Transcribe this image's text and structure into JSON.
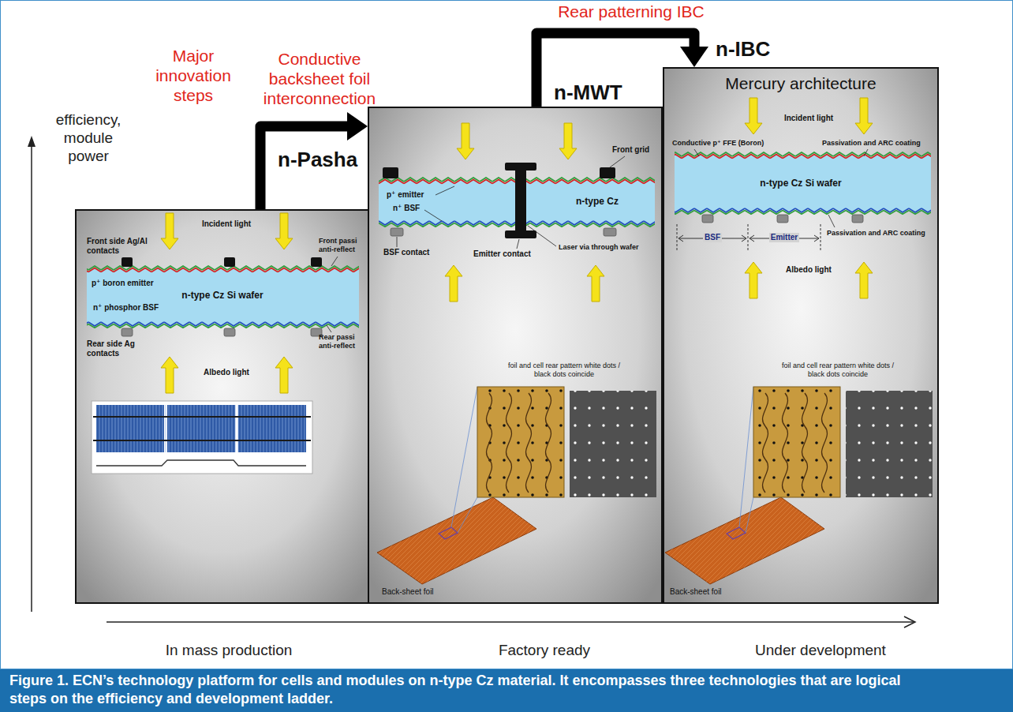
{
  "diagram": {
    "caption": "Figure 1. ECN’s technology platform for cells and modules on n-type Cz material. It encompasses three technologies that are logical steps on the efficiency and development ladder.",
    "nodes": [
      {
        "text": [
          "n-Pasha"
        ]
      },
      {
        "text": [
          "n-MWT"
        ]
      },
      {
        "text": [
          "n-IBC",
          "Mercury architecture"
        ]
      }
    ],
    "edges": [
      {
        "from": 0,
        "to": 1,
        "arrow": "to",
        "label": "Conductive backsheet foil interconnection"
      },
      {
        "from": 1,
        "to": 2,
        "arrow": "to",
        "label": "Rear patterning IBC"
      }
    ],
    "labels": [
      "Major innovation steps",
      "efficiency, module power",
      "Incident light",
      "Front side Ag/Al contacts",
      "Front passi anti-reflect",
      "p⁺ boron emitter",
      "n-type Cz Si wafer",
      "n⁺ phosphor BSF",
      "Rear side Ag contacts",
      "Rear passi anti-reflect",
      "Albedo light",
      "Front grid",
      "p⁺ emitter",
      "n-type Cz",
      "n⁺ BSF",
      "Laser via through wafer",
      "BSF contact",
      "Emitter contact",
      "foil and cell rear pattern white dots / black dots coincide",
      "Back-sheet foil",
      "Incident light",
      "Conductive p⁺ FFE (Boron)",
      "Passivation and ARC coating",
      "n-type Cz Si wafer",
      "BSF",
      "Emitter",
      "Passivation and ARC coating",
      "Albedo light",
      "foil and cell rear pattern white dots / black dots coincide",
      "Back-sheet foil",
      "In mass production",
      "Factory ready",
      "Under development"
    ]
  }
}
